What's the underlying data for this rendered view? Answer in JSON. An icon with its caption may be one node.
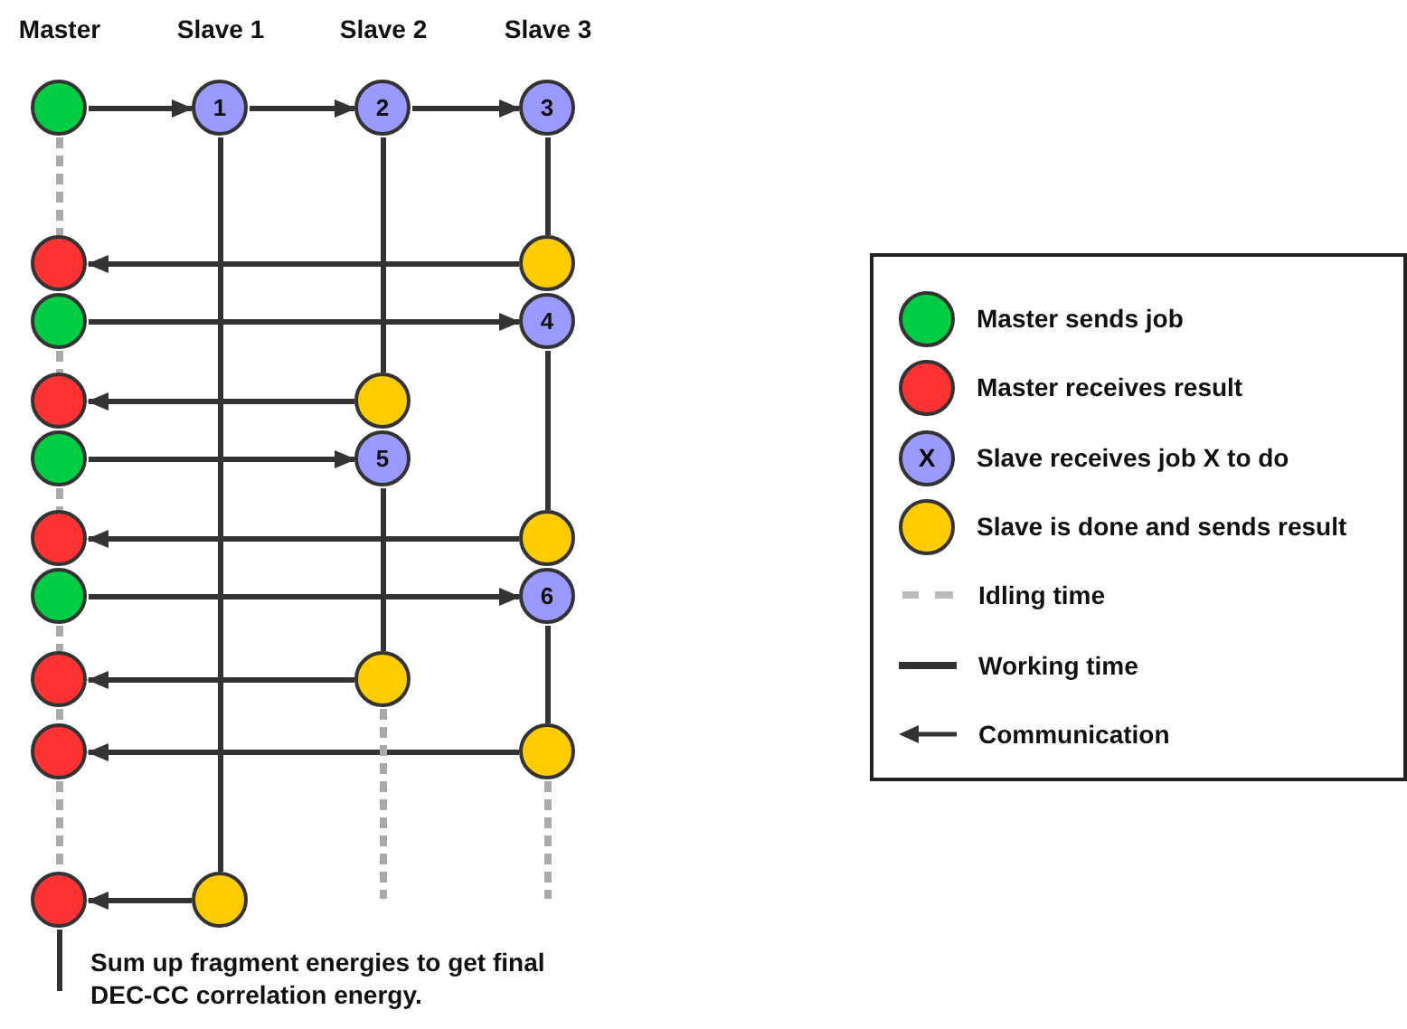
{
  "diagram": {
    "nodes": [
      {
        "text": [],
        "shape": "circle"
      },
      {
        "text": [
          "1"
        ]
      },
      {
        "text": [
          "2"
        ]
      },
      {
        "text": [
          "3"
        ]
      },
      {
        "text": [],
        "shape": "circle"
      },
      {
        "text": [],
        "shape": "circle"
      },
      {
        "text": [],
        "shape": "circle"
      },
      {
        "text": [
          "4"
        ]
      },
      {
        "text": [],
        "shape": "circle"
      },
      {
        "text": [],
        "shape": "circle"
      },
      {
        "text": [],
        "shape": "circle"
      },
      {
        "text": [
          "5"
        ]
      },
      {
        "text": [],
        "shape": "circle"
      },
      {
        "text": [],
        "shape": "circle"
      },
      {
        "text": [],
        "shape": "circle"
      },
      {
        "text": [
          "6"
        ]
      },
      {
        "text": [],
        "shape": "circle"
      },
      {
        "text": [],
        "shape": "circle"
      },
      {
        "text": [],
        "shape": "circle"
      },
      {
        "text": [],
        "shape": "circle"
      },
      {
        "text": [],
        "shape": "circle"
      },
      {
        "text": [],
        "shape": "circle"
      }
    ],
    "edges": [
      {
        "from": 0,
        "to": 1,
        "arrow": "to"
      },
      {
        "from": 1,
        "to": 2,
        "arrow": "to"
      },
      {
        "from": 2,
        "to": 3,
        "arrow": "to"
      },
      {
        "from": 5,
        "to": 4,
        "arrow": "to"
      },
      {
        "from": 6,
        "to": 7,
        "arrow": "to"
      },
      {
        "from": 9,
        "to": 8,
        "arrow": "to"
      },
      {
        "from": 10,
        "to": 11,
        "arrow": "to"
      },
      {
        "from": 13,
        "to": 12,
        "arrow": "to"
      },
      {
        "from": 14,
        "to": 15,
        "arrow": "to"
      },
      {
        "from": 17,
        "to": 16,
        "arrow": "to"
      },
      {
        "from": 19,
        "to": 18,
        "arrow": "to"
      },
      {
        "from": 21,
        "to": 20,
        "arrow": "to"
      },
      {
        "from": 1,
        "to": 21,
        "arrow": "none"
      },
      {
        "from": 2,
        "to": 9,
        "arrow": "none"
      },
      {
        "from": 11,
        "to": 17,
        "arrow": "none"
      },
      {
        "from": 3,
        "to": 5,
        "arrow": "none"
      },
      {
        "from": 7,
        "to": 13,
        "arrow": "none"
      },
      {
        "from": 15,
        "to": 19,
        "arrow": "none"
      },
      {
        "from": 20,
        "to": null,
        "arrow": "none"
      },
      {
        "from": 0,
        "to": 4,
        "arrow": "none",
        "style": "dashed",
        "color": "#aaaaaa"
      },
      {
        "from": 6,
        "to": 8,
        "arrow": "none",
        "style": "dashed",
        "color": "#aaaaaa"
      },
      {
        "from": 10,
        "to": 12,
        "arrow": "none",
        "style": "dashed",
        "color": "#aaaaaa"
      },
      {
        "from": 14,
        "to": 16,
        "arrow": "none",
        "style": "dashed",
        "color": "#aaaaaa"
      },
      {
        "from": 16,
        "to": 18,
        "arrow": "none",
        "style": "dashed",
        "color": "#aaaaaa"
      },
      {
        "from": 18,
        "to": 20,
        "arrow": "none",
        "style": "dashed",
        "color": "#aaaaaa"
      },
      {
        "from": 17,
        "to": null,
        "arrow": "none",
        "style": "dashed",
        "color": "#aaaaaa"
      },
      {
        "from": 19,
        "to": null,
        "arrow": "none",
        "style": "dashed",
        "color": "#aaaaaa"
      }
    ],
    "labels": [
      "Master",
      "Slave 1",
      "Slave 2",
      "Slave 3",
      "X",
      "Sum up fragment energies to get final DEC-CC correlation energy."
    ],
    "legend": [
      {
        "text": "Master sends job",
        "color": "#00cc44"
      },
      {
        "text": "Master receives result",
        "color": "#ff3333"
      },
      {
        "text": "Slave receives job X to do",
        "color": "#9999ff"
      },
      {
        "text": "Slave is done and sends result",
        "color": "#ffcc00"
      },
      {
        "text": "Idling time"
      },
      {
        "text": "Working time"
      },
      {
        "text": "Communication"
      }
    ]
  }
}
